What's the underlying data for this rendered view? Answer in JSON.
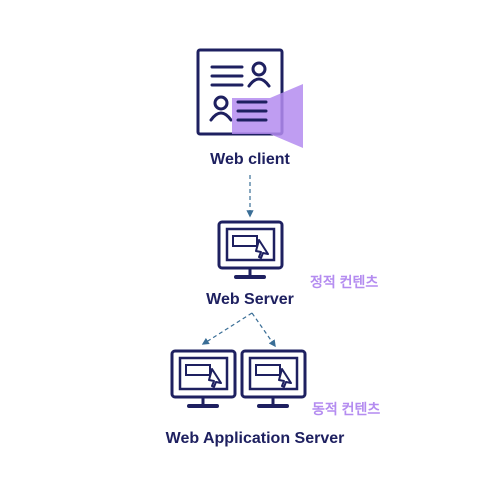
{
  "nodes": {
    "web_client": {
      "label": "Web client"
    },
    "web_server": {
      "label": "Web Server",
      "note": "정적 컨텐츠"
    },
    "was": {
      "label": "Web Application Server",
      "note": "동적 컨텐츠"
    }
  },
  "colors": {
    "navy": "#1e2060",
    "purple": "#b48cf0",
    "arrow": "#3a6e96"
  },
  "icons": {
    "client": "document-with-people-and-megaphone-icon",
    "monitor": "monitor-with-cursor-icon"
  }
}
